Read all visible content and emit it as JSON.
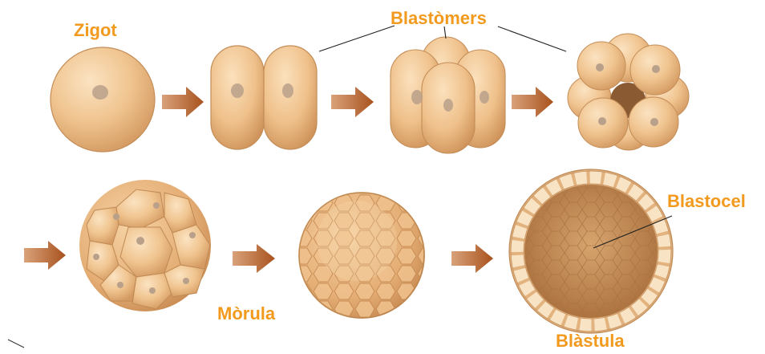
{
  "labels": {
    "zigot": "Zigot",
    "blastomers": "Blastòmers",
    "morula": "Mòrula",
    "blastula": "Blàstula",
    "blastocel": "Blastocel"
  },
  "stages": [
    {
      "stage": "zygote",
      "cells": 1
    },
    {
      "stage": "2-cell",
      "cells": 2
    },
    {
      "stage": "4-cell",
      "cells": 4
    },
    {
      "stage": "8-cell",
      "cells": 8
    },
    {
      "stage": "16-cell",
      "cells": 16
    },
    {
      "stage": "morula"
    },
    {
      "stage": "blastula"
    }
  ],
  "colors": {
    "label_text": "#f29a1e",
    "cell_fill": "#f1c592",
    "cell_edge": "#b88653",
    "nucleus": "#b39b86",
    "arrow": "#b05e25",
    "blastocoel_inner": "#c9925c",
    "epithelium_cell": "#f8e4c4"
  }
}
